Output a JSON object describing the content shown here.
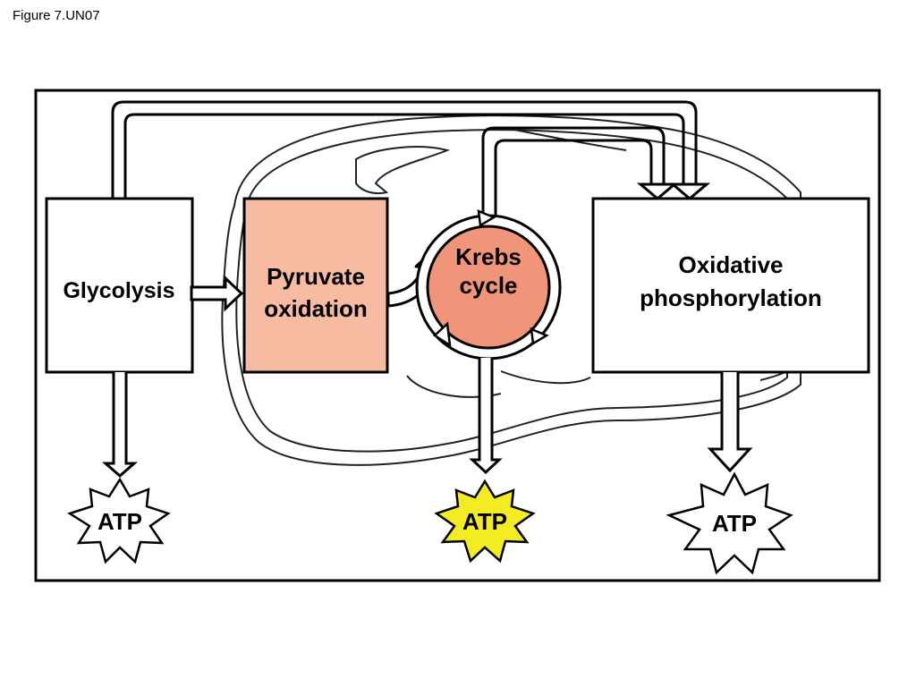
{
  "figure_label": "Figure 7.UN07",
  "stages": {
    "glycolysis": "Glycolysis",
    "pyruvate_line1": "Pyruvate",
    "pyruvate_line2": "oxidation",
    "krebs_line1": "Krebs",
    "krebs_line2": "cycle",
    "oxphos_line1": "Oxidative",
    "oxphos_line2": "phosphorylation"
  },
  "atp": {
    "glycolysis": "ATP",
    "krebs": "ATP",
    "oxphos": "ATP"
  },
  "colors": {
    "pyruvate_fill": "#f7bba1",
    "krebs_fill": "#f0957a",
    "krebs_atp_fill": "#f3ec22",
    "outline": "#000000",
    "background": "#ffffff"
  }
}
